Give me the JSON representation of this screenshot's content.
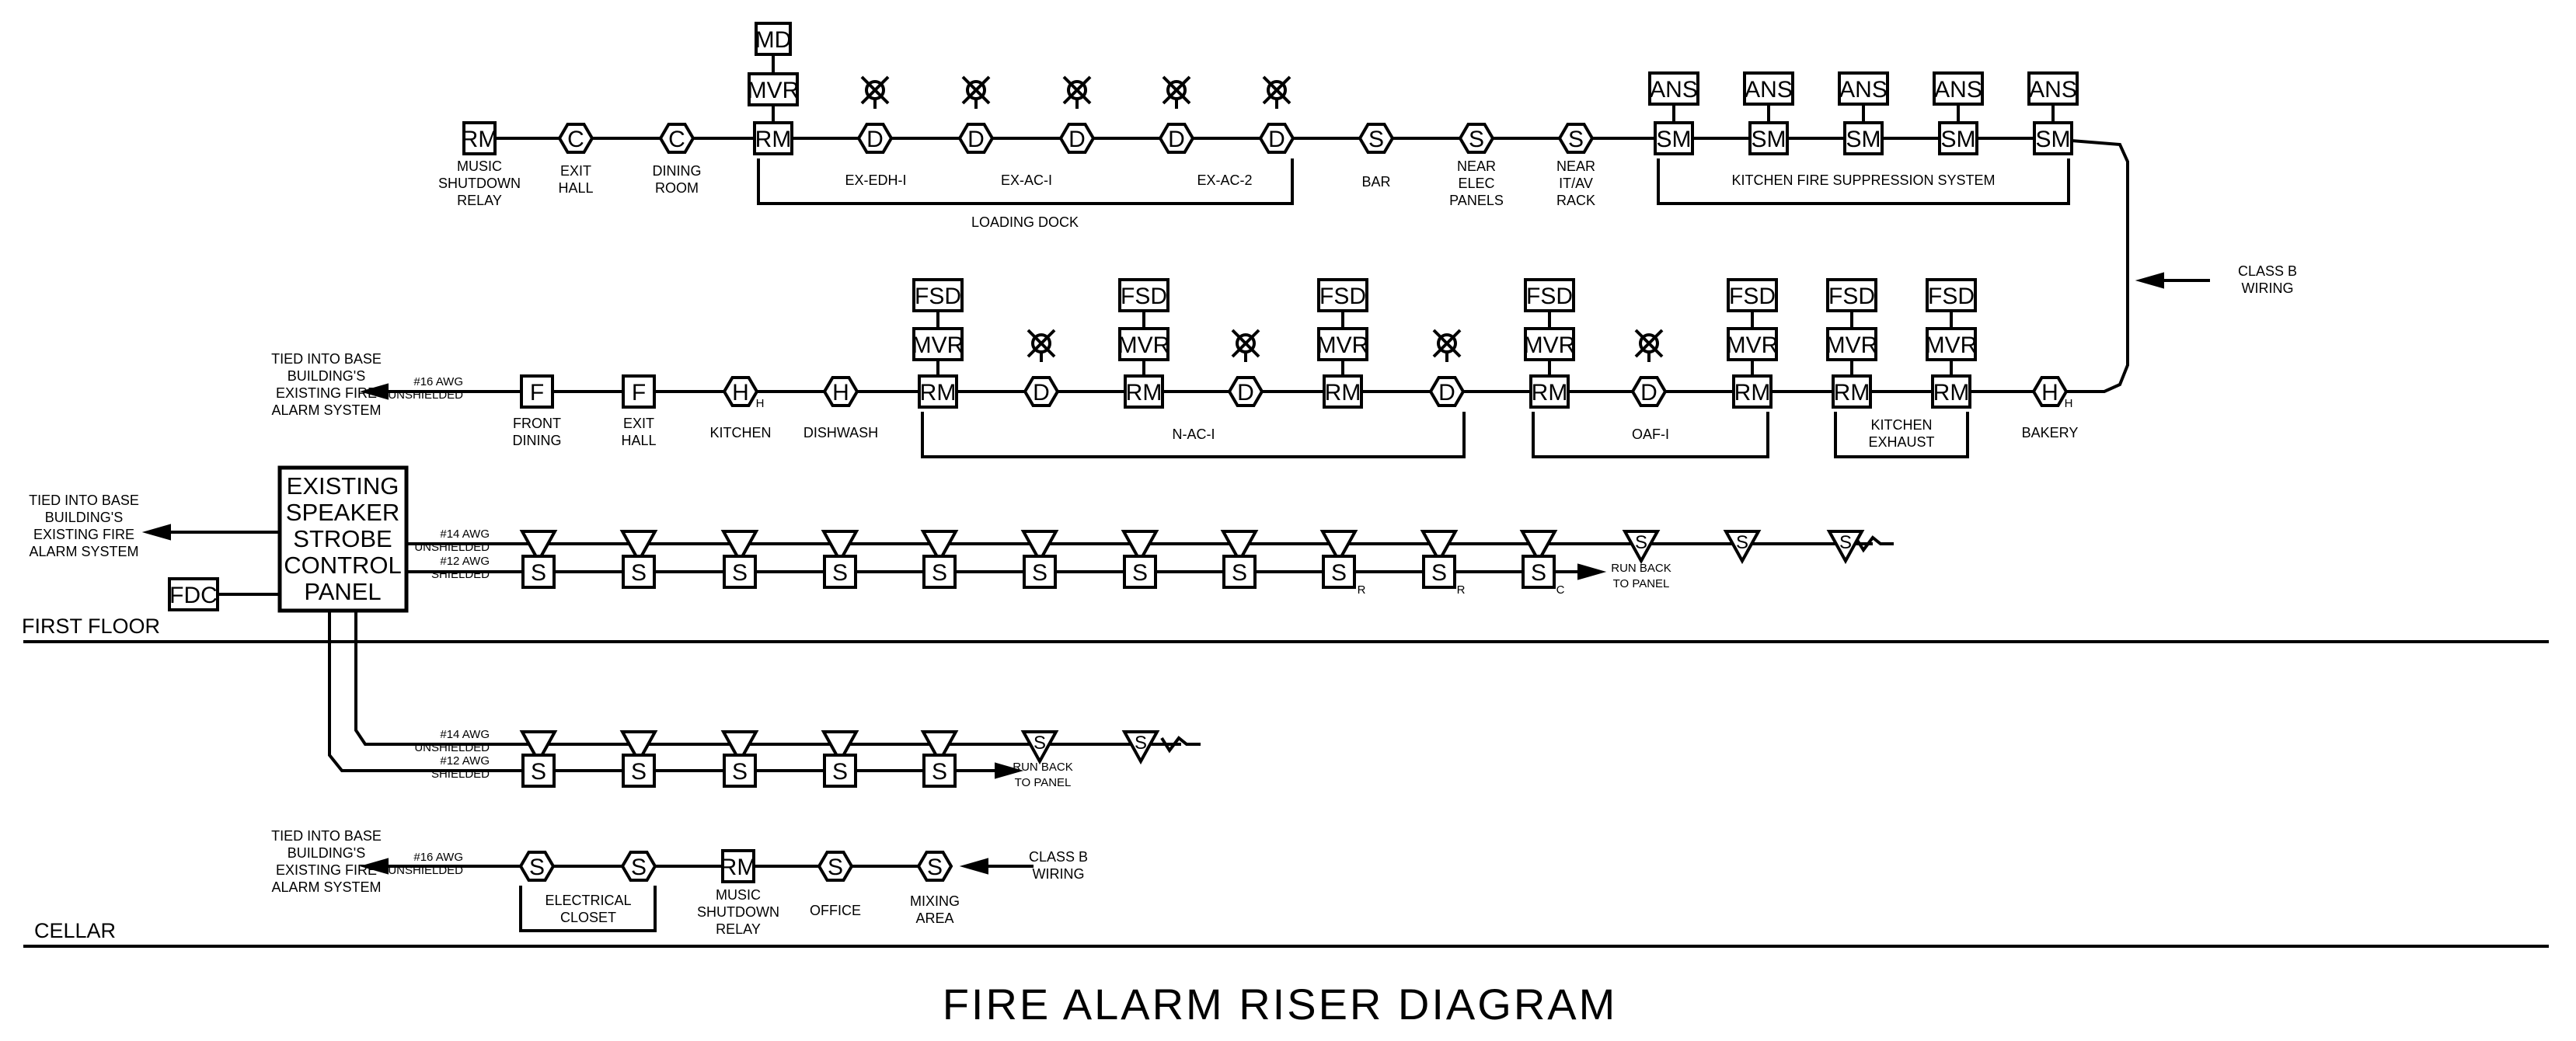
{
  "title": "FIRE ALARM RISER DIAGRAM",
  "floors": {
    "first": "FIRST FLOOR",
    "cellar": "CELLAR"
  },
  "panel": {
    "lines": [
      "EXISTING",
      "SPEAKER",
      "STROBE",
      "CONTROL",
      "PANEL"
    ],
    "fdc": "FDC"
  },
  "base_building": [
    "TIED INTO BASE",
    "BUILDING'S",
    "EXISTING FIRE",
    "ALARM SYSTEM"
  ],
  "wiring": {
    "awg16": [
      "#16 AWG",
      "UNSHIELDED"
    ],
    "awg14": [
      "#14 AWG",
      "UNSHIELDED"
    ],
    "awg12": [
      "#12 AWG",
      "SHIELDED"
    ],
    "class_b": [
      "CLASS B",
      "WIRING"
    ],
    "run_back": [
      "RUN BACK",
      "TO PANEL"
    ]
  },
  "symbols": {
    "relay_module": "RM",
    "mvr": "MVR",
    "md": "MD",
    "fsd": "FSD",
    "ans": "ANS",
    "smoke": "S",
    "duct": "D",
    "heat": "H",
    "pull": "F",
    "call": "C",
    "sm": "SM",
    "subscript_h": "H",
    "subscript_r": "R",
    "subscript_c": "C"
  },
  "row1": {
    "devices": [
      {
        "label": [
          "MUSIC",
          "SHUTDOWN",
          "RELAY"
        ]
      },
      {
        "label": [
          "EXIT",
          "HALL"
        ]
      },
      {
        "label": [
          "DINING",
          "ROOM"
        ]
      },
      {
        "label": []
      },
      {
        "label": [
          "EX-EDH-I"
        ]
      },
      {
        "label": [
          "EX-AC-I"
        ]
      },
      {
        "label": [
          "EX-AC-2"
        ]
      },
      {
        "label": [
          "BAR"
        ]
      },
      {
        "label": [
          "NEAR",
          "ELEC",
          "PANELS"
        ]
      },
      {
        "label": [
          "NEAR",
          "IT/AV",
          "RACK"
        ]
      }
    ],
    "groups": [
      "LOADING DOCK",
      "KITCHEN FIRE SUPPRESSION SYSTEM"
    ]
  },
  "row2": {
    "devices": [
      {
        "label": [
          "FRONT",
          "DINING"
        ]
      },
      {
        "label": [
          "EXIT",
          "HALL"
        ]
      },
      {
        "label": [
          "KITCHEN"
        ]
      },
      {
        "label": [
          "DISHWASH"
        ]
      },
      {
        "label": [
          "BAKERY"
        ]
      }
    ],
    "groups": [
      "N-AC-I",
      "OAF-I",
      "KITCHEN",
      "EXHAUST"
    ]
  },
  "cellar_row": {
    "devices": [
      {
        "label": [
          "MUSIC",
          "SHUTDOWN",
          "RELAY"
        ]
      },
      {
        "label": [
          "OFFICE"
        ]
      },
      {
        "label": [
          "MIXING",
          "AREA"
        ]
      }
    ],
    "groups": [
      "ELECTRICAL",
      "CLOSET"
    ]
  }
}
